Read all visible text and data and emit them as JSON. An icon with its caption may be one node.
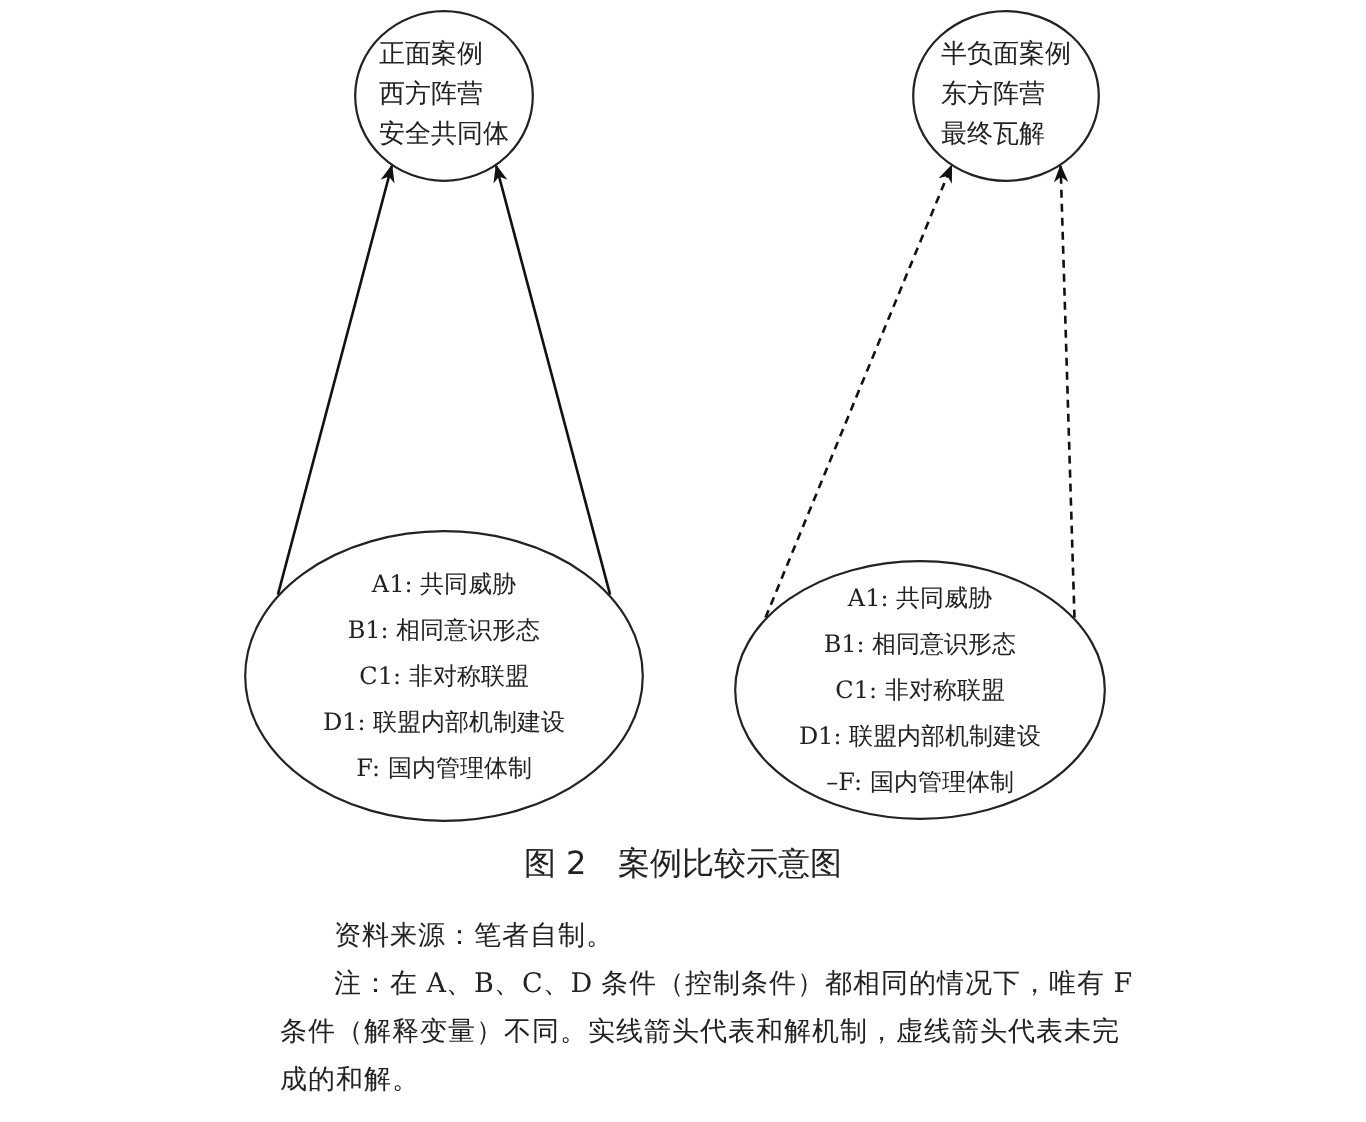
{
  "diagram": {
    "caption": "图 2　案例比较示意图",
    "nodes": [
      {
        "text": [
          "正面案例",
          "西方阵营",
          "安全共同体"
        ]
      },
      {
        "text": [
          "A1: 共同威胁",
          "B1: 相同意识形态",
          "C1: 非对称联盟",
          "D1: 联盟内部机制建设",
          "F: 国内管理体制"
        ]
      },
      {
        "text": [
          "半负面案例",
          "东方阵营",
          "最终瓦解"
        ]
      },
      {
        "text": [
          "A1: 共同威胁",
          "B1: 相同意识形态",
          "C1: 非对称联盟",
          "D1: 联盟内部机制建设",
          "–F: 国内管理体制"
        ]
      }
    ],
    "edges": [
      {
        "from": 1,
        "to": 0,
        "arrow": "to"
      },
      {
        "from": 1,
        "to": 0,
        "arrow": "to"
      },
      {
        "from": 3,
        "to": 2,
        "arrow": "to",
        "style": "dashed"
      },
      {
        "from": 3,
        "to": 2,
        "arrow": "to",
        "style": "dashed"
      }
    ],
    "labels": [
      "资料来源：笔者自制。",
      "注：在 A、B、C、D 条件（控制条件）都相同的情况下，唯有 F 条件（解释变量）不同。实线箭头代表和解机制，虚线箭头代表未完成的和解。"
    ]
  }
}
